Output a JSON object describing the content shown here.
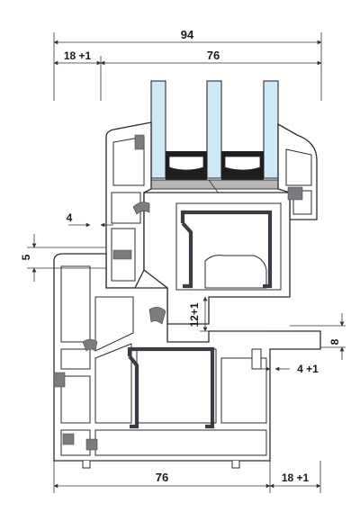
{
  "diagram": {
    "dimensions": {
      "total_width_top": "94",
      "sash_rebate_top": "18 +1",
      "glazing_width_top": "76",
      "left_offset": "4",
      "left_gap": "5",
      "sash_overlap": "12+1",
      "right_gap": "8",
      "right_offset": "4 +1",
      "frame_width_bottom": "76",
      "bottom_right": "18 +1"
    },
    "colors": {
      "glass": "#cdeaf6",
      "steel_reinforcement": "#3b3d44",
      "gasket": "#7c7c80",
      "outline": "#2b2b2b"
    }
  }
}
